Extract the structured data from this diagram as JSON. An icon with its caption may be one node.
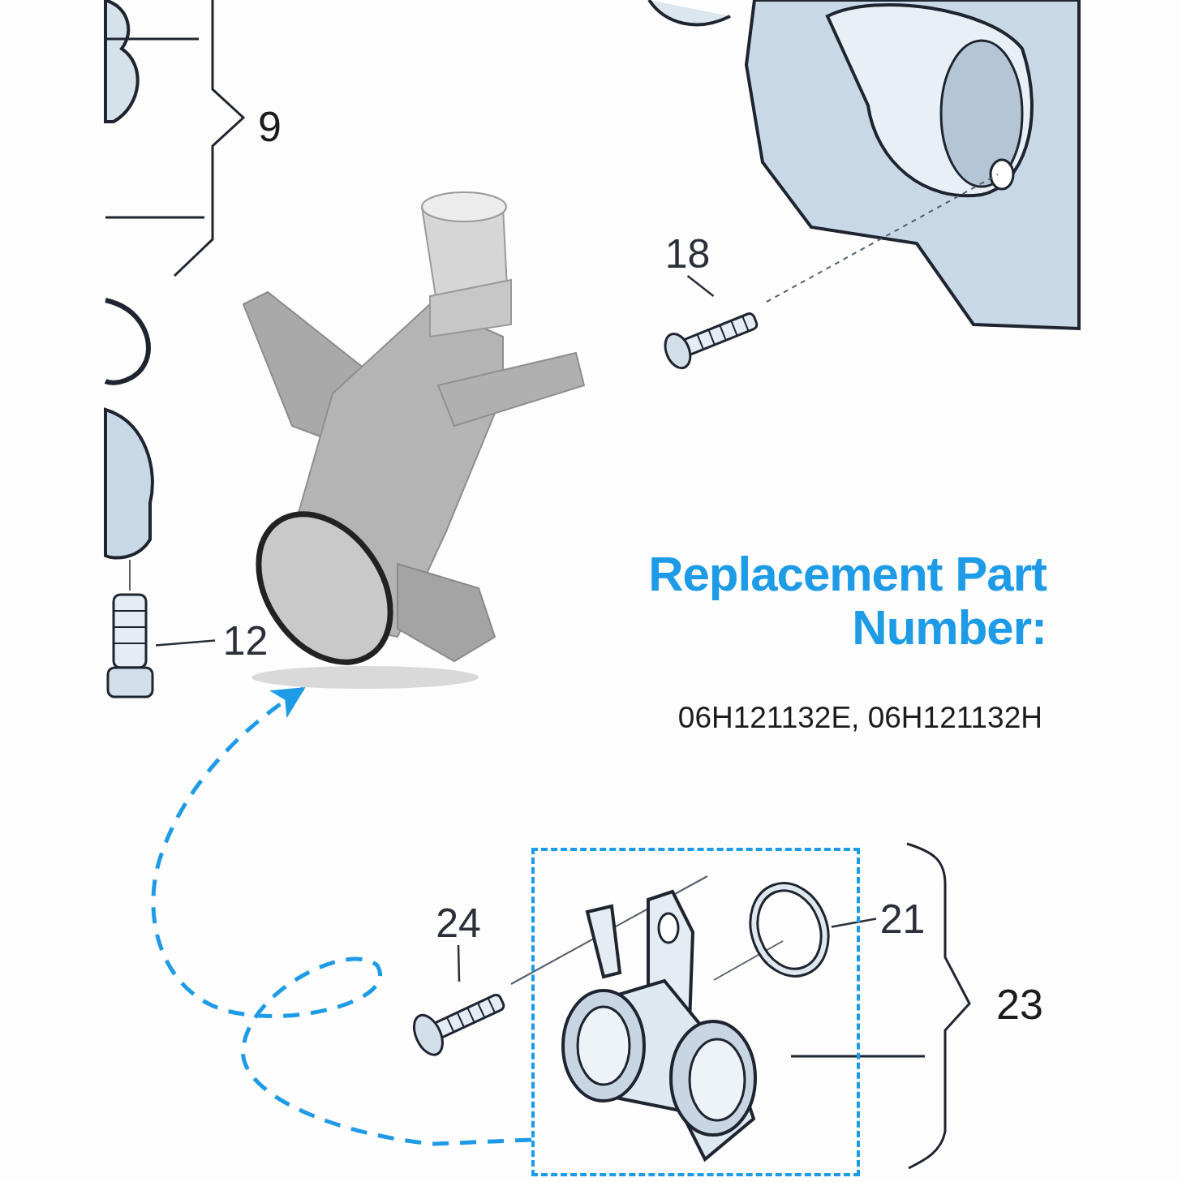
{
  "diagram": {
    "title": "Replacement Part Number:",
    "nodes": [
      {
        "text": [],
        "shape": "picture"
      },
      {
        "text": [],
        "shape": "box"
      },
      {
        "text": [],
        "shape": "picture",
        "in": 1
      },
      {
        "text": [
          "18"
        ]
      },
      {
        "text": [],
        "shape": "picture"
      },
      {
        "text": [
          "24"
        ]
      },
      {
        "text": [],
        "shape": "picture"
      },
      {
        "text": [
          "21"
        ]
      },
      {
        "text": [],
        "shape": "circle",
        "in": 1
      },
      {
        "text": [
          "12"
        ]
      },
      {
        "text": [],
        "shape": "picture"
      }
    ],
    "edges": [
      {
        "from": 3,
        "to": 4,
        "arrow": "none"
      },
      {
        "from": 5,
        "to": 6,
        "arrow": "none"
      },
      {
        "from": 7,
        "to": 8,
        "arrow": "none"
      },
      {
        "from": 9,
        "to": 10,
        "arrow": "none"
      },
      {
        "from": 1,
        "to": 0,
        "arrow": "to",
        "style": "dashed",
        "color": "#1e9be6"
      }
    ],
    "labels": [
      "9",
      "06H121132E, 06H121132H",
      "23"
    ]
  }
}
